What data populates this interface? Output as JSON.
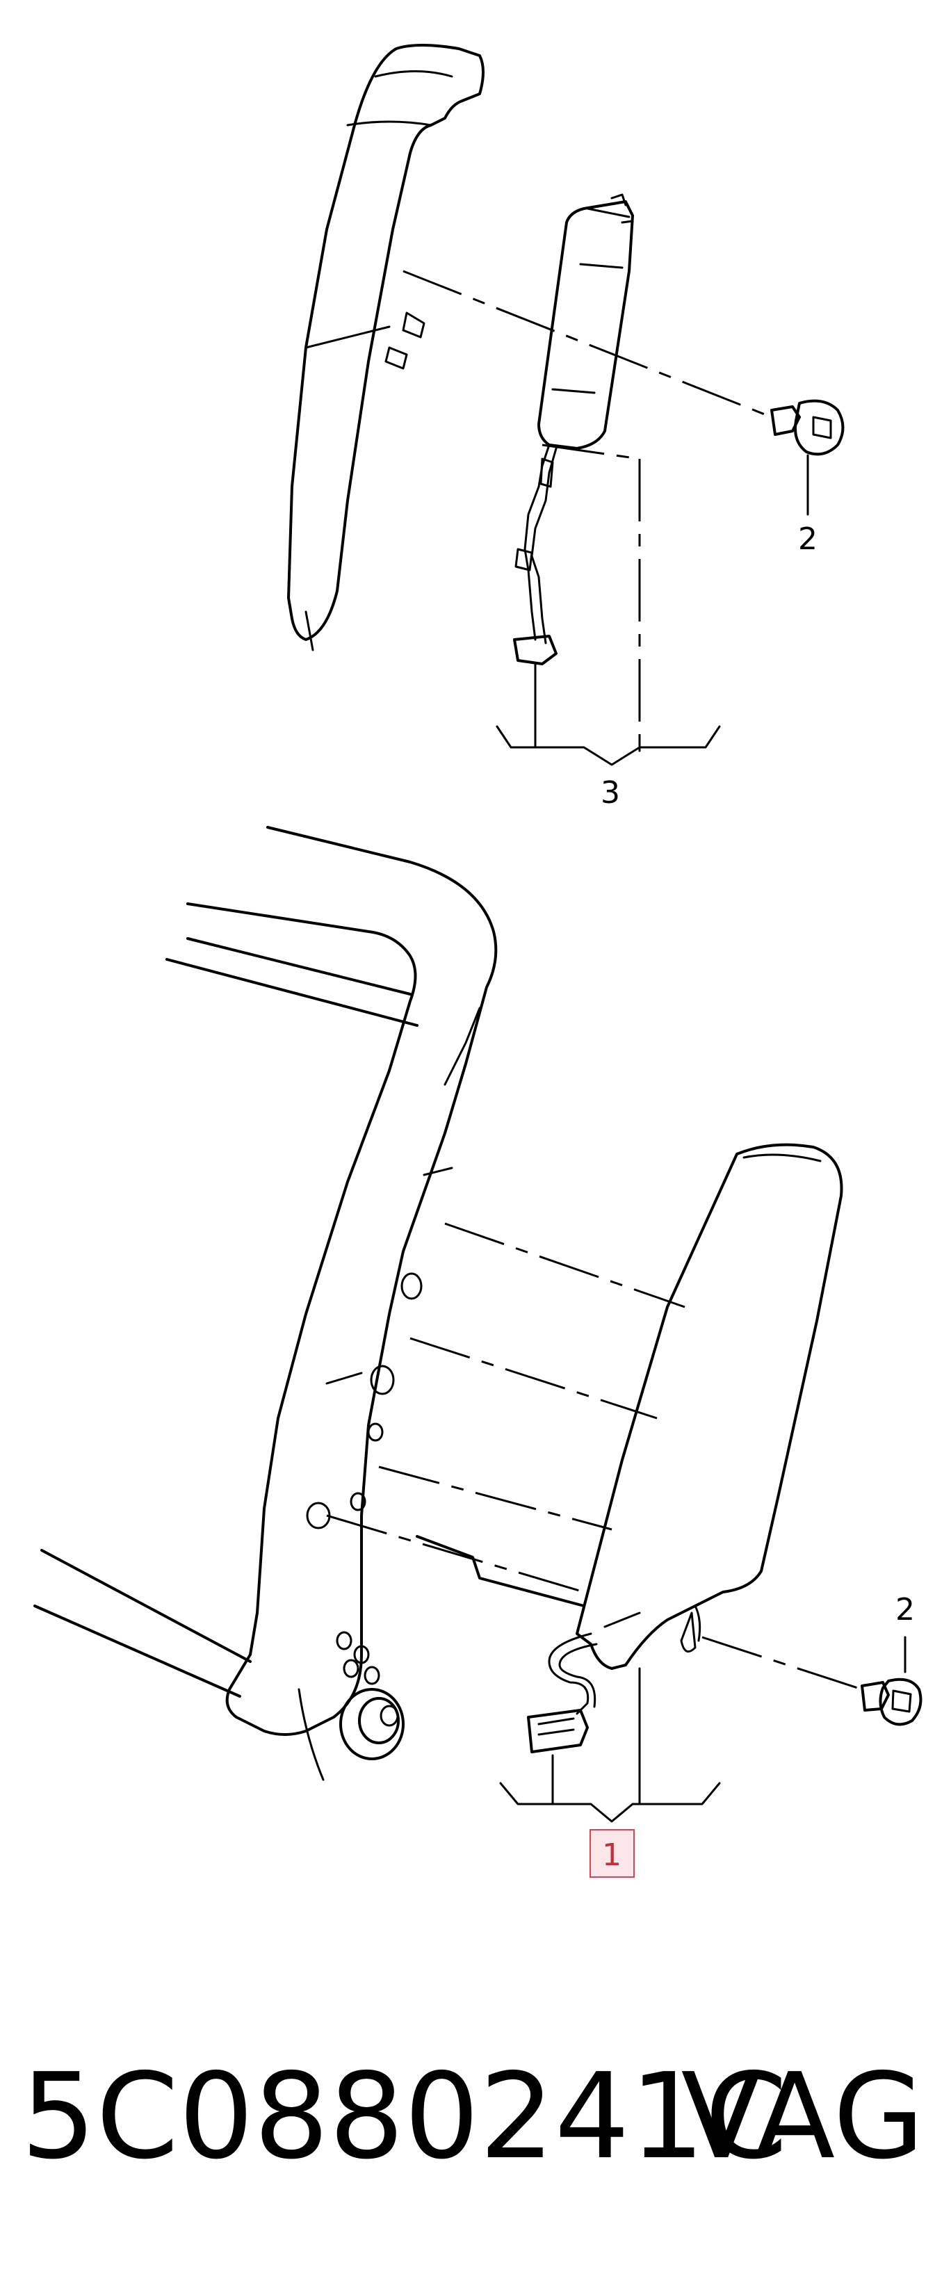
{
  "callouts": {
    "label_2_top": "2",
    "label_3": "3",
    "label_2_bottom": "2",
    "label_1": "1"
  },
  "highlight_color": "#e04050",
  "footer": {
    "part_number": "5C0880241C",
    "brand": "VAG"
  }
}
